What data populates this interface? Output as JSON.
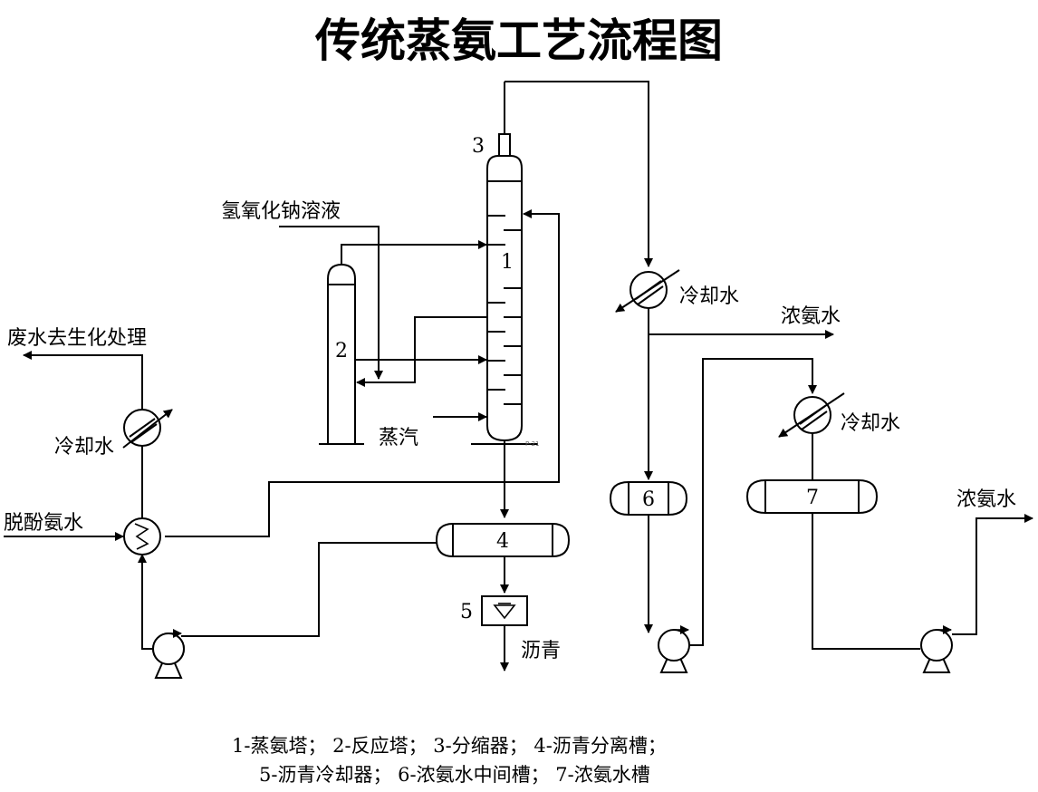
{
  "title": "传统蒸氨工艺流程图",
  "labels": {
    "naoh": "氢氧化钠溶液",
    "wastewater": "废水去生化处理",
    "cooling_water_left": "冷却水",
    "dephenol_ammonia": "脱酚氨水",
    "steam": "蒸汽",
    "pitch": "沥青",
    "cooling_water_mid": "冷却水",
    "conc_ammonia_mid": "浓氨水",
    "cooling_water_right": "冷却水",
    "conc_ammonia_right": "浓氨水"
  },
  "equipment_numbers": {
    "n1": "1",
    "n2": "2",
    "n3": "3",
    "n4": "4",
    "n5": "5",
    "n6": "6",
    "n7": "7"
  },
  "legend": {
    "line1": "1-蒸氨塔； 2-反应塔； 3-分缩器； 4-沥青分离槽；",
    "line2": "5-沥青冷却器； 6-浓氨水中间槽； 7-浓氨水槽"
  }
}
